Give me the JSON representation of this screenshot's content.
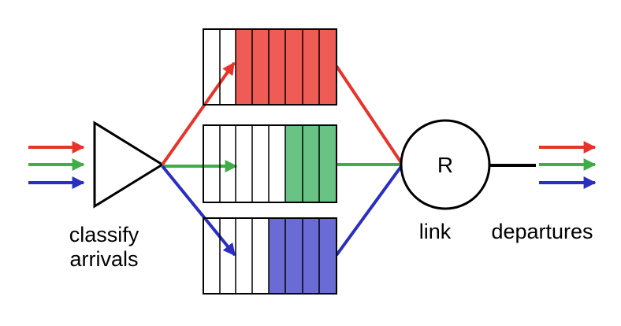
{
  "labels": {
    "classify_line1": "classify",
    "classify_line2": "arrivals",
    "router": "R",
    "link": "link",
    "departures": "departures"
  },
  "colors": {
    "red_arrow": "#e8332a",
    "green_arrow": "#3fae49",
    "blue_arrow": "#2a2fbf",
    "red_fill": "#ef5b55",
    "green_fill": "#69c384",
    "blue_fill": "#6b6bd6",
    "outline": "#000000"
  },
  "queues": [
    {
      "name": "red",
      "slots": 8,
      "filled": 6
    },
    {
      "name": "green",
      "slots": 8,
      "filled": 3
    },
    {
      "name": "blue",
      "slots": 8,
      "filled": 4
    }
  ]
}
